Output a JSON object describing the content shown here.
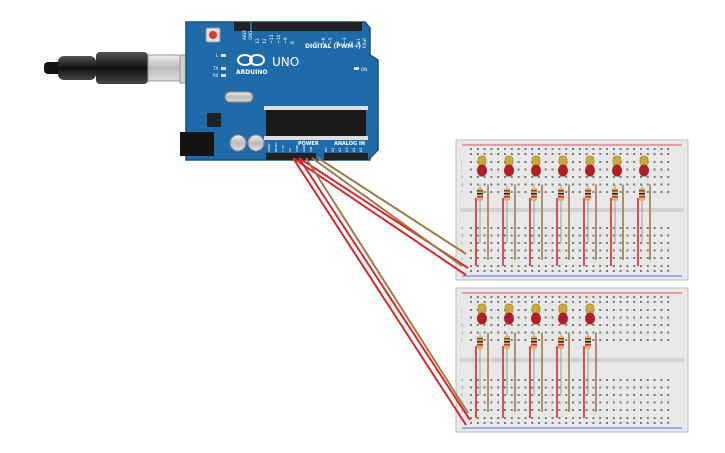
{
  "arduino": {
    "brand": "ARDUINO",
    "model": "UNO",
    "digital_label": "DIGITAL (PWM~)",
    "power_label": "POWER",
    "analog_label": "ANALOG IN",
    "aref_label": "AREF",
    "gnd_label": "GND",
    "tx_label": "TX",
    "rx_label": "RX",
    "l_label": "L",
    "on_label": "ON",
    "tx0_label": "TX▸1",
    "rx0_label": "RX◂0",
    "pin_labels": [
      "13",
      "12",
      "~11",
      "~10",
      "~9",
      "8",
      "7",
      "~6",
      "~5",
      "4",
      "~3",
      "2"
    ],
    "power_pins": [
      "IOREF",
      "RESET",
      "3.3V",
      "5V",
      "GND",
      "GND",
      "VIN"
    ],
    "analog_pins": [
      "A0",
      "A1",
      "A2",
      "A3",
      "A4",
      "A5"
    ]
  },
  "breadboard_top": {
    "led_count": 7,
    "row_letters": [
      "j",
      "i",
      "h",
      "g",
      "f",
      "e",
      "d",
      "c",
      "b",
      "a"
    ]
  },
  "breadboard_bottom": {
    "led_count": 5,
    "row_letters": [
      "j",
      "i",
      "h",
      "g",
      "f",
      "e",
      "d",
      "c",
      "b",
      "a"
    ]
  },
  "colors": {
    "board_blue": "#1f6aa8",
    "board_dark": "#16507f",
    "wire_red": "#d62a2a",
    "wire_brown": "#a07a4a",
    "led_red": "#b21e24",
    "led_body": "#c8aa3a",
    "breadboard": "#e8e8e8",
    "rail_red": "#e02020",
    "rail_blue": "#2050d0"
  }
}
